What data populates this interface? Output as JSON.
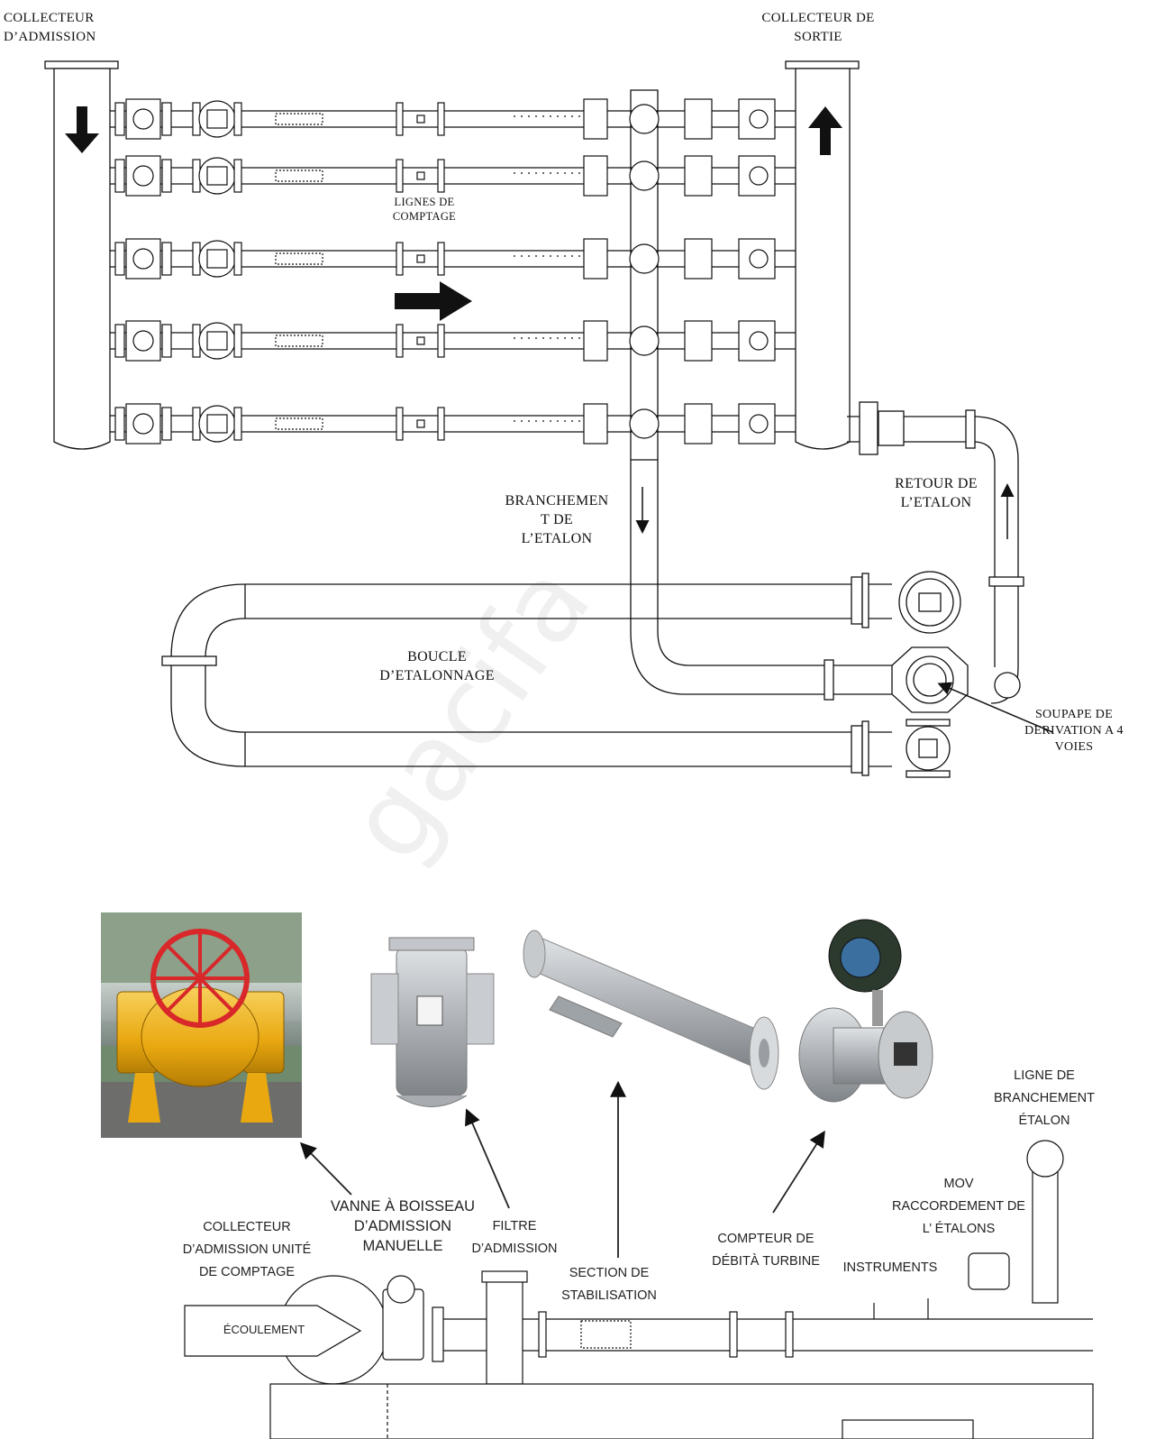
{
  "top_diagram": {
    "inlet_header": "COLLECTEUR\nD’ADMISSION",
    "outlet_header": "COLLECTEUR DE\nSORTIE",
    "metering_lines": "LIGNES DE\nCOMPTAGE",
    "prover_branch": "BRANCHEMEN\nT DE\nL’ETALON",
    "prover_return": "RETOUR DE\nL’ETALON",
    "prover_loop": "BOUCLE\nD’ETALONNAGE",
    "four_way_valve": "SOUPAPE DE\nDERIVATION A 4\nVOIES"
  },
  "bottom_diagram": {
    "inlet_header": "COLLECTEUR\nD’ADMISSION UNITÉ\nDE COMPTAGE",
    "plug_valve": "VANNE À BOISSEAU\nD’ADMISSION\nMANUELLE",
    "inlet_filter": "FILTRE\nD’ADMISSION",
    "stabilization": "SECTION DE\nSTABILISATION",
    "turbine_meter": "COMPTEUR DE\nDÉBITÀ TURBINE",
    "instruments": "INSTRUMENTS",
    "mov": "MOV\nRACCORDEMENT DE\nL’ ÉTALONS",
    "prover_line": "LIGNE DE\nBRANCHEMENT\nÉTALON",
    "flow": "ÉCOULEMENT"
  },
  "watermark": "gacifa",
  "colors": {
    "line": "#111111",
    "pipe_fill": "#ffffff",
    "valve_yellow": "#f1b51b",
    "wheel_red": "#d8282a",
    "steel": "#b9bcc0"
  }
}
